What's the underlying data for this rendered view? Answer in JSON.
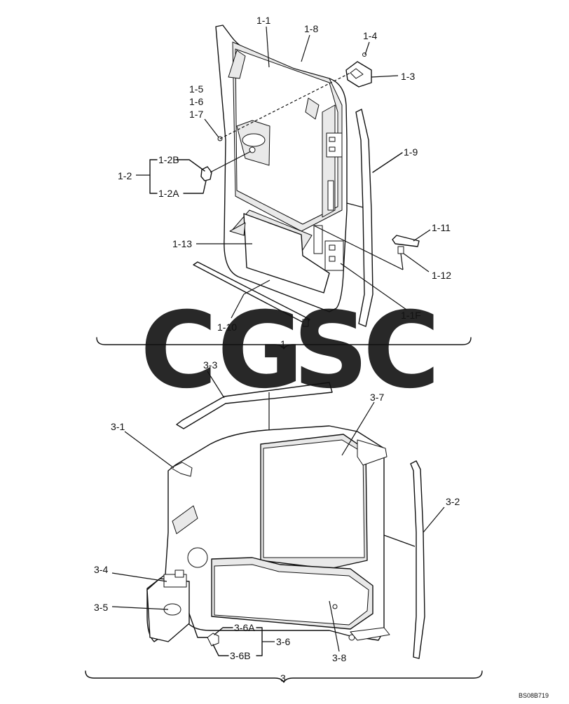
{
  "labels": {
    "l1_1": "1-1",
    "l1_8": "1-8",
    "l1_4": "1-4",
    "l1_3": "1-3",
    "l1_5": "1-5",
    "l1_6": "1-6",
    "l1_7": "1-7",
    "l1_2b": "1-2B",
    "l1_2": "1-2",
    "l1_2a": "1-2A",
    "l1_9": "1-9",
    "l1_13": "1-13",
    "l1_11": "1-11",
    "l1_12": "1-12",
    "l1_1f": "1-1F",
    "l1_10": "1-10",
    "g1": "1",
    "l3_3": "3-3",
    "l3_7": "3-7",
    "l3_1": "3-1",
    "l3_2": "3-2",
    "l3_4": "3-4",
    "l3_5": "3-5",
    "l3_6a": "3-6A",
    "l3_6": "3-6",
    "l3_6b": "3-6B",
    "l3_8": "3-8",
    "g3": "3"
  },
  "watermark": {
    "letters": [
      "C",
      "G",
      "S",
      "C"
    ],
    "colors": [
      "#6ea0ee",
      "#ef8080",
      "#f8d66a",
      "#6ec08f"
    ]
  },
  "reference_code": "BS08B719"
}
